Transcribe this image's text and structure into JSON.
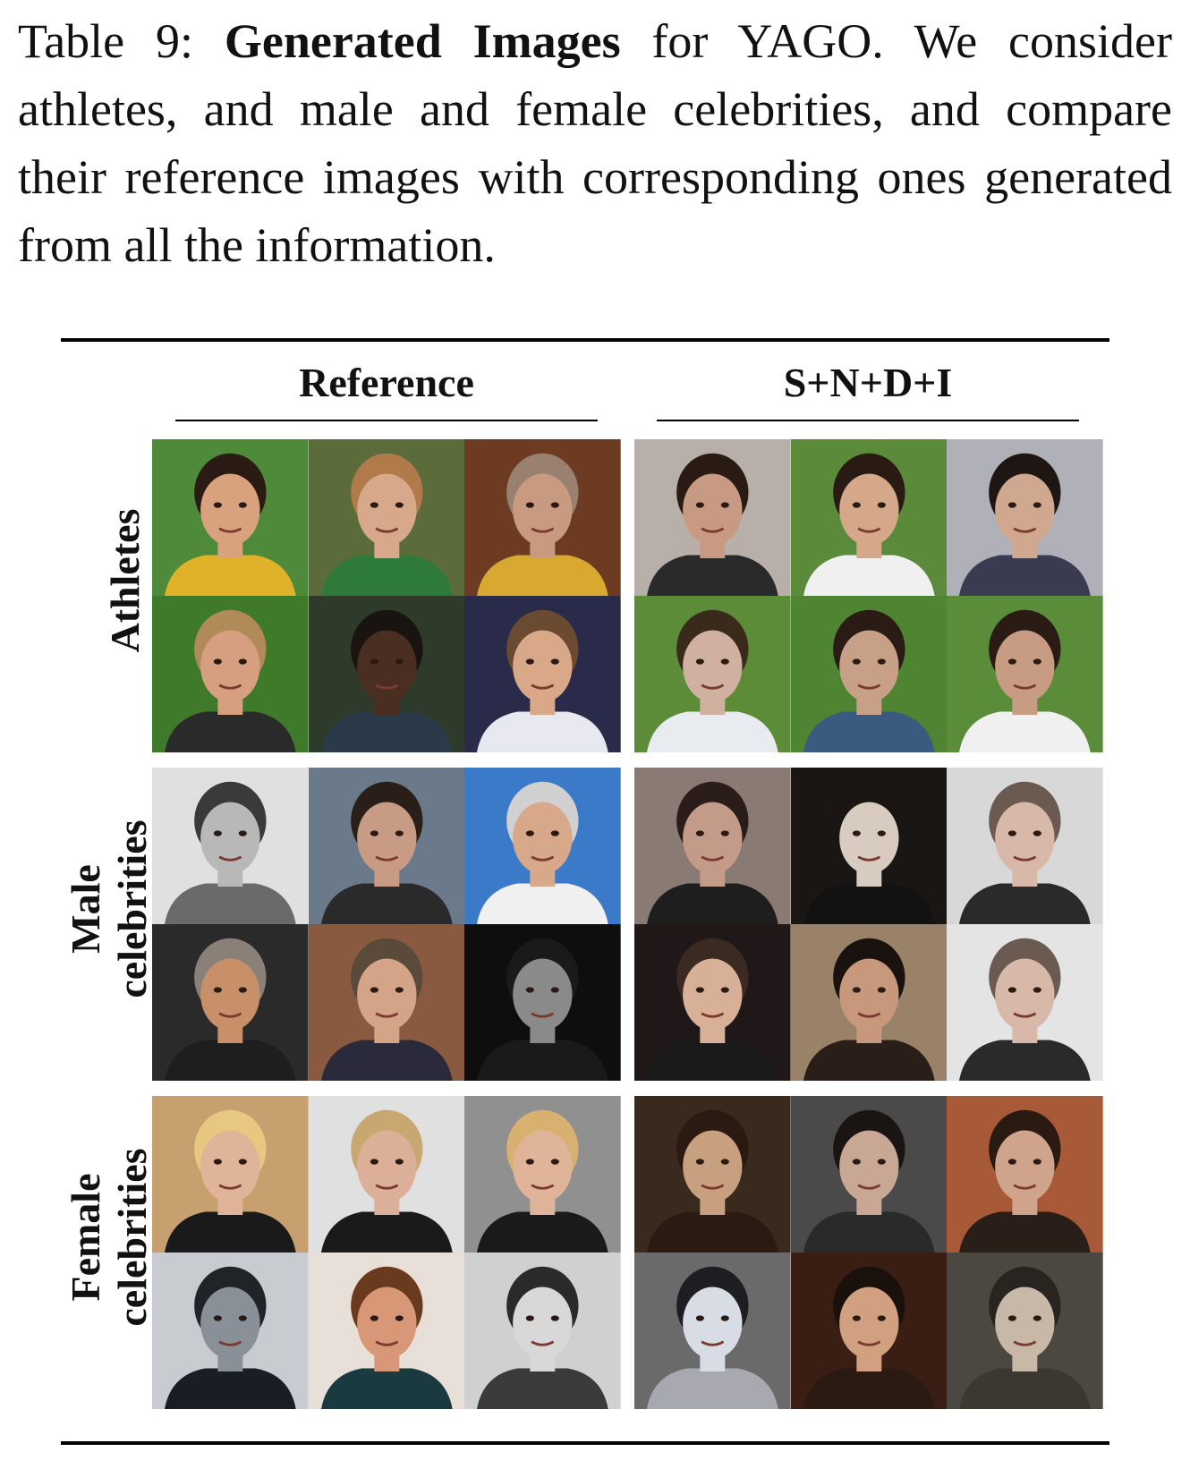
{
  "caption": {
    "prefix": "Table 9: ",
    "bold": "Generated Images",
    "rest": " for YAGO. We consider athletes, and male and female celebrities, and compare their reference images with corresponding ones generated from all the information."
  },
  "columns": {
    "reference": "Reference",
    "generated": "S+N+D+I"
  },
  "rows": [
    {
      "label_lines": [
        "Athletes"
      ],
      "reference_images": [
        {
          "icon": "face-photo",
          "bg": "#4f8a3a",
          "skin": "#d9a27e",
          "hair": "#2a1c14",
          "shirt": "#e0b22a"
        },
        {
          "icon": "face-photo",
          "bg": "#5b6b3a",
          "skin": "#d8a88a",
          "hair": "#b07a4a",
          "shirt": "#2e7a3a"
        },
        {
          "icon": "face-photo",
          "bg": "#6d3a22",
          "skin": "#c89a80",
          "hair": "#9a8070",
          "shirt": "#d8a830"
        },
        {
          "icon": "face-photo",
          "bg": "#3f7a2a",
          "skin": "#d6a080",
          "hair": "#b08a58",
          "shirt": "#2a2a2a"
        },
        {
          "icon": "face-photo",
          "bg": "#2e3a2a",
          "skin": "#4a2e22",
          "hair": "#1a1410",
          "shirt": "#2a3a4a"
        },
        {
          "icon": "face-photo",
          "bg": "#2a2a4a",
          "skin": "#d8a888",
          "hair": "#6a4a30",
          "shirt": "#e8e8f0"
        }
      ],
      "generated_images": [
        {
          "icon": "face-photo",
          "bg": "#b8b0a8",
          "skin": "#c89a84",
          "hair": "#2a1a14",
          "shirt": "#2a2a2a"
        },
        {
          "icon": "face-photo",
          "bg": "#5a8a3a",
          "skin": "#d4a888",
          "hair": "#2a1a14",
          "shirt": "#f0f0f0"
        },
        {
          "icon": "face-photo",
          "bg": "#b0b0b8",
          "skin": "#d0a890",
          "hair": "#1e1612",
          "shirt": "#3a3a50"
        },
        {
          "icon": "face-photo",
          "bg": "#5c8c38",
          "skin": "#d0b0a0",
          "hair": "#3a2a1c",
          "shirt": "#e8ecf0"
        },
        {
          "icon": "face-photo",
          "bg": "#4e8432",
          "skin": "#c8a088",
          "hair": "#2a1c14",
          "shirt": "#3a5a80"
        },
        {
          "icon": "face-photo",
          "bg": "#5a8c3a",
          "skin": "#c89c82",
          "hair": "#2a1c14",
          "shirt": "#f0f0f0"
        }
      ]
    },
    {
      "label_lines": [
        "Male",
        "celebrities"
      ],
      "reference_images": [
        {
          "icon": "face-photo",
          "bg": "#e0e0e0",
          "skin": "#b8b8b8",
          "hair": "#3a3a3a",
          "shirt": "#6a6a6a"
        },
        {
          "icon": "face-photo",
          "bg": "#6a7a8a",
          "skin": "#c89c84",
          "hair": "#2a1e18",
          "shirt": "#2a2a2a"
        },
        {
          "icon": "face-photo",
          "bg": "#3a7ac8",
          "skin": "#d8a88a",
          "hair": "#d0d0d0",
          "shirt": "#f0f0f0"
        },
        {
          "icon": "face-photo",
          "bg": "#2a2a2a",
          "skin": "#c89068",
          "hair": "#8a8078",
          "shirt": "#1e1e1e"
        },
        {
          "icon": "face-photo",
          "bg": "#8a5a40",
          "skin": "#d4a488",
          "hair": "#5a4a3a",
          "shirt": "#2a2a3a"
        },
        {
          "icon": "face-photo",
          "bg": "#0e0e0e",
          "skin": "#8a8a8a",
          "hair": "#1a1a1a",
          "shirt": "#1a1a1a"
        }
      ],
      "generated_images": [
        {
          "icon": "face-photo",
          "bg": "#8a7a74",
          "skin": "#c49a88",
          "hair": "#2a1c18",
          "shirt": "#1e1e1e"
        },
        {
          "icon": "face-photo",
          "bg": "#1a1614",
          "skin": "#d8ccc0",
          "hair": "#1a1412",
          "shirt": "#121212"
        },
        {
          "icon": "face-photo",
          "bg": "#d8d8d8",
          "skin": "#d8b8a8",
          "hair": "#6a5a50",
          "shirt": "#2a2a2a"
        },
        {
          "icon": "face-photo",
          "bg": "#201818",
          "skin": "#d8b098",
          "hair": "#3a2a22",
          "shirt": "#1a1a1a"
        },
        {
          "icon": "face-photo",
          "bg": "#9a8268",
          "skin": "#c8987c",
          "hair": "#1a120e",
          "shirt": "#2a1e18"
        },
        {
          "icon": "face-photo",
          "bg": "#e4e4e4",
          "skin": "#d8b8a8",
          "hair": "#6a5a50",
          "shirt": "#2a2a2a"
        }
      ]
    },
    {
      "label_lines": [
        "Female",
        "celebrities"
      ],
      "reference_images": [
        {
          "icon": "face-photo",
          "bg": "#c8a070",
          "skin": "#e0b498",
          "hair": "#e8c880",
          "shirt": "#1a1a1a"
        },
        {
          "icon": "face-photo",
          "bg": "#e0e0e0",
          "skin": "#dcb098",
          "hair": "#c8a870",
          "shirt": "#1a1a1a"
        },
        {
          "icon": "face-photo",
          "bg": "#909090",
          "skin": "#e0b498",
          "hair": "#d8b070",
          "shirt": "#1a1a1a"
        },
        {
          "icon": "face-photo",
          "bg": "#c8ccd0",
          "skin": "#8a9098",
          "hair": "#202428",
          "shirt": "#1a1e24"
        },
        {
          "icon": "face-photo",
          "bg": "#e8e0d8",
          "skin": "#d89878",
          "hair": "#6a3a1e",
          "shirt": "#1a3a40"
        },
        {
          "icon": "face-photo",
          "bg": "#d0d0d0",
          "skin": "#d8d8d8",
          "hair": "#2a2a2a",
          "shirt": "#3a3a3a"
        }
      ],
      "generated_images": [
        {
          "icon": "face-photo",
          "bg": "#3a2a1e",
          "skin": "#c8a080",
          "hair": "#2a1a12",
          "shirt": "#2a1a12"
        },
        {
          "icon": "face-photo",
          "bg": "#4a4a4a",
          "skin": "#c8a894",
          "hair": "#1a1412",
          "shirt": "#2a2a2a"
        },
        {
          "icon": "face-photo",
          "bg": "#a85a38",
          "skin": "#d0a48a",
          "hair": "#2a1a12",
          "shirt": "#2a1e18"
        },
        {
          "icon": "face-photo",
          "bg": "#6a6a6a",
          "skin": "#d8dce4",
          "hair": "#1e1e22",
          "shirt": "#a8a8b0"
        },
        {
          "icon": "face-photo",
          "bg": "#3a1e14",
          "skin": "#d0a080",
          "hair": "#1a100c",
          "shirt": "#2a1a12"
        },
        {
          "icon": "face-photo",
          "bg": "#4a4840",
          "skin": "#c8b8a8",
          "hair": "#2a2420",
          "shirt": "#3a3830"
        }
      ]
    }
  ]
}
